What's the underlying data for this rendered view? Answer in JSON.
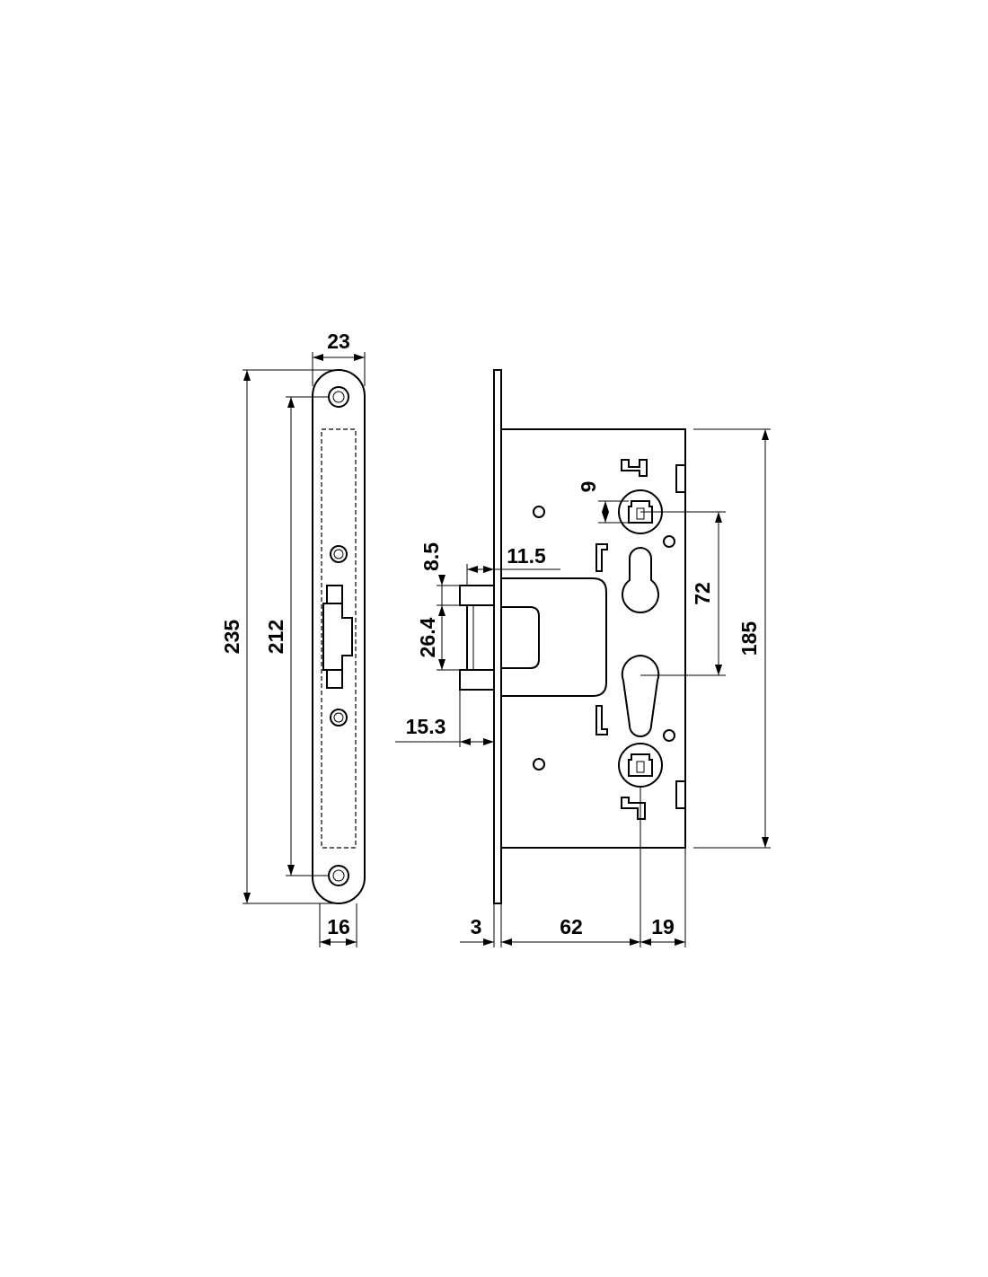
{
  "colors": {
    "line": "#000000",
    "background": "#ffffff"
  },
  "faceplate": {
    "dimensions": {
      "width": "23",
      "length": "235",
      "screw_spacing": "212",
      "backset_width": "16"
    }
  },
  "lock_body": {
    "dimensions": {
      "latch_projection": "11.5",
      "latch_height": "8.5",
      "latch_spacing": "26.4",
      "bolt_projection": "15.3",
      "square_offset": "9",
      "center_distance": "72",
      "body_height": "185",
      "faceplate_thickness": "3",
      "backset": "62",
      "rear_distance": "19"
    }
  }
}
